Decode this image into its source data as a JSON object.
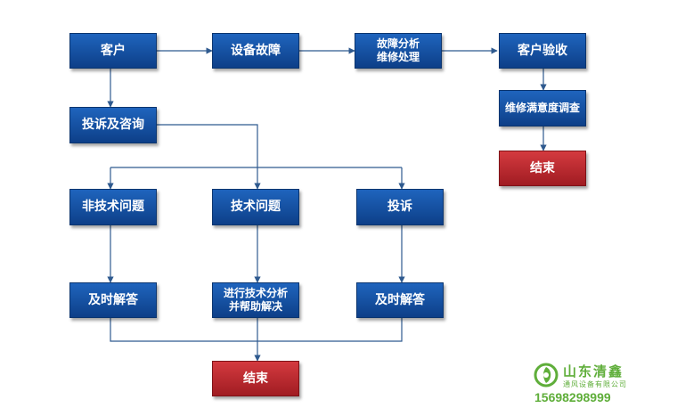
{
  "nodes": {
    "customer": "客户",
    "equipment_fault": "设备故障",
    "fault_analysis": "故障分析\n维修处理",
    "customer_acceptance": "客户验收",
    "satisfaction_survey": "维修满意度调查",
    "end_top": "结束",
    "complaint_consult": "投诉及咨询",
    "non_tech_issue": "非技术问题",
    "tech_issue": "技术问题",
    "complaint": "投诉",
    "answer_left": "及时解答",
    "tech_help": "进行技术分析\n并帮助解决",
    "answer_right": "及时解答",
    "end_bottom": "结束"
  },
  "logo": {
    "title": "山东清鑫",
    "subtitle": "通风设备有限公司",
    "phone": "15698298999"
  },
  "colors": {
    "box_blue": "#1a5aae",
    "box_red": "#c0272d",
    "connector": "#2f5a8f",
    "logo_green": "#5fae3a"
  }
}
